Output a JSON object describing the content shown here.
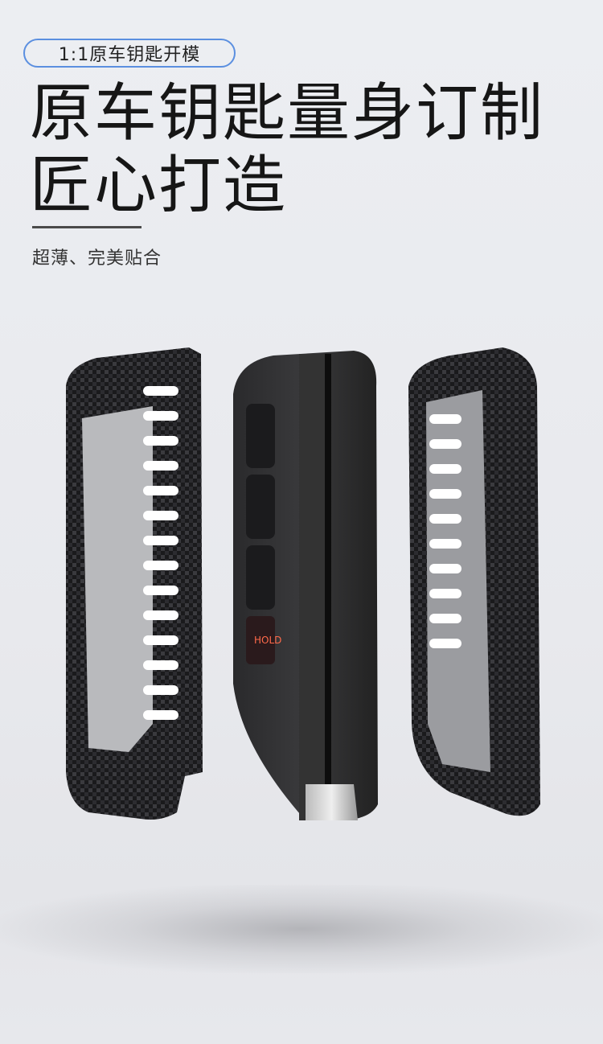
{
  "badge": "1:1原车钥匙开模",
  "headline": [
    "原车钥匙量身订制",
    "匠心打造"
  ],
  "subtitle": "超薄、完美贴合",
  "product": {
    "items": [
      "carbon-shell-left",
      "key-fob",
      "carbon-shell-right"
    ],
    "fob_button_label": "HOLD",
    "colors": {
      "background": "#e9eaee",
      "accent": "#5b8fe0",
      "carbon": "#1c1c1e",
      "hold_red": "#c0303a"
    }
  }
}
